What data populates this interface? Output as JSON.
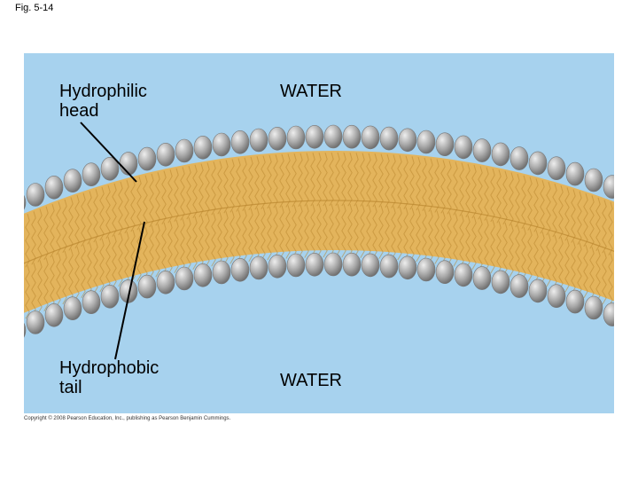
{
  "figure_id": "Fig. 5-14",
  "labels": {
    "hydrophilic_head": "Hydrophilic\nhead",
    "hydrophobic_tail": "Hydrophobic\ntail",
    "water_top": "WATER",
    "water_bottom": "WATER"
  },
  "copyright": "Copyright © 2008 Pearson Education, Inc., publishing as Pearson Benjamin Cummings.",
  "colors": {
    "water": "#a7d2ee",
    "tail": "#e3b45c",
    "tail_dark": "#b9862f",
    "head_light": "#d4d4d4",
    "head_dark": "#777777"
  }
}
